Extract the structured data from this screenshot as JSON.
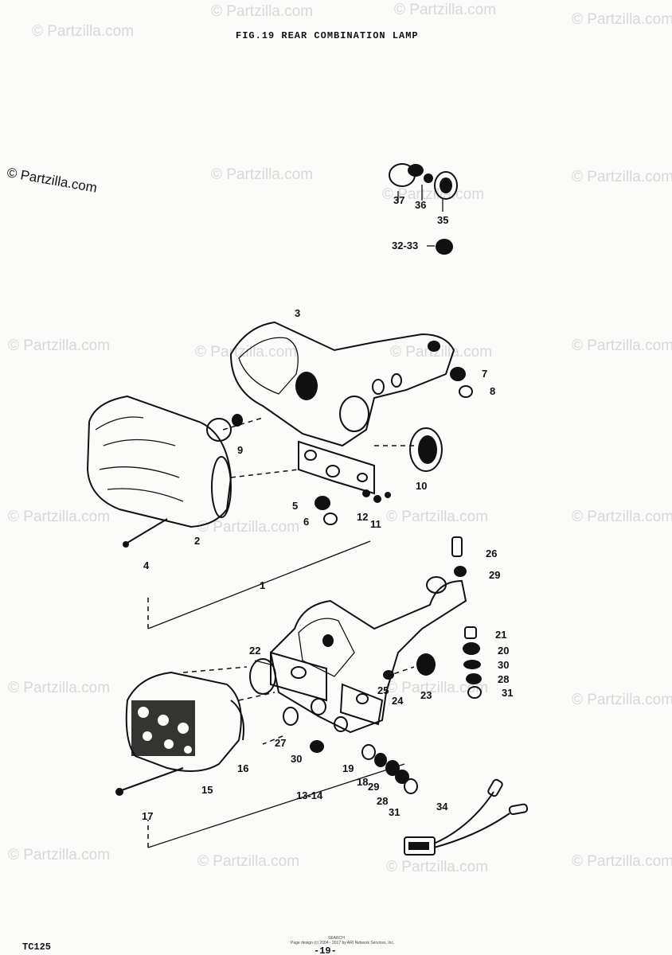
{
  "title": "FIG.19  REAR COMBINATION LAMP",
  "watermark": "© Partzilla.com",
  "footer": {
    "model": "TC125",
    "page": "-19-",
    "fine_print_1": "SEARCH",
    "fine_print_2": "Page design (c) 2004 - 2017 by ARI Network Services, Inc."
  },
  "callouts": [
    "2",
    "3",
    "4",
    "5",
    "6",
    "7",
    "8",
    "10",
    "11",
    "12",
    "13-14",
    "15",
    "16",
    "17",
    "18",
    "19",
    "20",
    "21",
    "22",
    "23",
    "24",
    "25",
    "26",
    "27",
    "28",
    "29",
    "30",
    "31",
    "32-33",
    "34",
    "35",
    "36",
    "37"
  ],
  "labels_extra": [
    "1",
    "9",
    "19",
    "28",
    "29",
    "30",
    "31"
  ]
}
